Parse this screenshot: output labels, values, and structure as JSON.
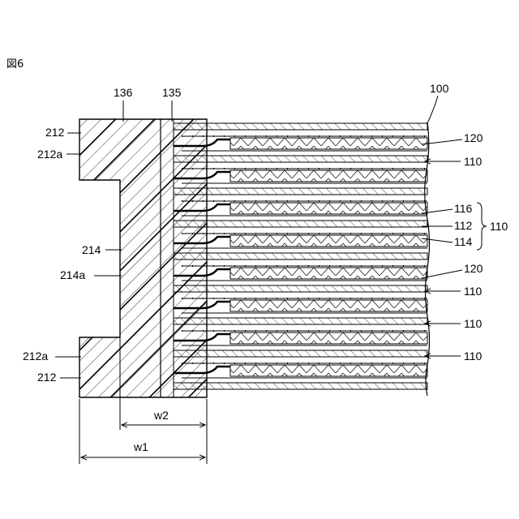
{
  "figure": {
    "label": "図6"
  },
  "labels": {
    "assembly": "100",
    "tab_thick_hatch": "136",
    "tab_thin_hatch": "135",
    "flange_top": "212",
    "flange_top_surface": "212a",
    "stem": "214",
    "stem_surface": "214a",
    "flange_bottom_surface": "212a",
    "flange_bottom": "212",
    "separator_top": "120",
    "cell_1": "110",
    "layer_116": "116",
    "layer_112": "112",
    "layer_114": "114",
    "cell_group": "110",
    "separator_mid": "120",
    "cell_2": "110",
    "cell_3": "110",
    "cell_4": "110"
  },
  "dimensions": {
    "w2": "w2",
    "w1": "w1"
  },
  "colors": {
    "ink": "#000000",
    "paper": "#ffffff"
  }
}
